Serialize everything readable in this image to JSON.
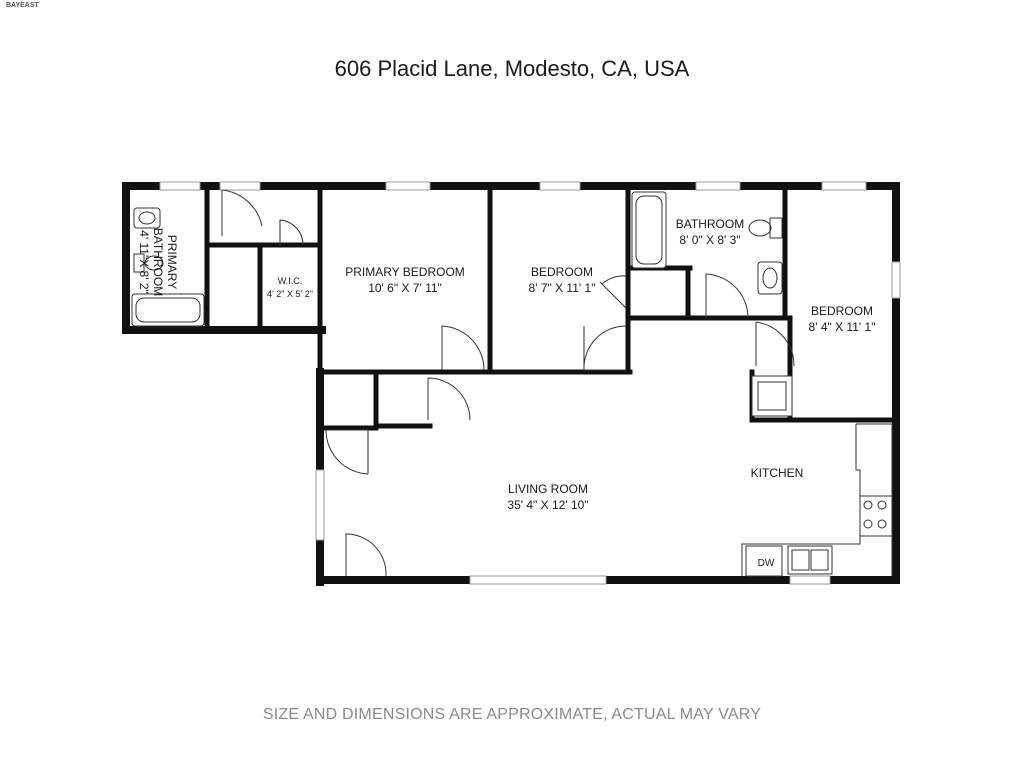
{
  "title": "606 Placid Lane, Modesto, CA, USA",
  "footer": "SIZE AND DIMENSIONS ARE APPROXIMATE, ACTUAL MAY VARY",
  "logo_text": "BAYEAST",
  "rooms": {
    "primary_bathroom": {
      "name_line1": "PRIMARY",
      "name_line2": "BATHROOM",
      "dims": "4' 11\"X 8' 2\""
    },
    "wic": {
      "name": "W.I.C.",
      "dims": "4' 2\" X 5' 2\""
    },
    "primary_bedroom": {
      "name": "PRIMARY BEDROOM",
      "dims": "10' 6\" X 7' 11\""
    },
    "bedroom_1": {
      "name": "BEDROOM",
      "dims": "8' 7\" X 11' 1\""
    },
    "bathroom": {
      "name": "BATHROOM",
      "dims": "8' 0\" X 8' 3\""
    },
    "bedroom_2": {
      "name": "BEDROOM",
      "dims": "8' 4\" X 11' 1\""
    },
    "living_room": {
      "name": "LIVING ROOM",
      "dims": "35' 4\" X 12' 10\""
    },
    "kitchen": {
      "name": "KITCHEN"
    },
    "dishwasher": {
      "label": "DW"
    }
  }
}
